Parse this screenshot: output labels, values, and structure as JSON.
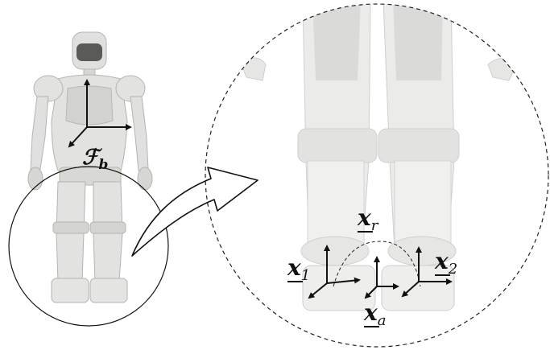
{
  "labels": {
    "base_frame": "ℱ",
    "base_frame_sub": "b",
    "foot1": "x",
    "foot1_sub": "1",
    "foot2": "x",
    "foot2_sub": "2",
    "ref": "x",
    "ref_sub": "r",
    "avg": "x",
    "avg_sub": "a"
  },
  "colors": {
    "robot_body": "#e2e2e0",
    "robot_dark": "#c9c9c6",
    "robot_edge": "#b3b3b0",
    "line": "#111111"
  },
  "icons": {
    "magnify_arrow": "curved-arrow"
  }
}
